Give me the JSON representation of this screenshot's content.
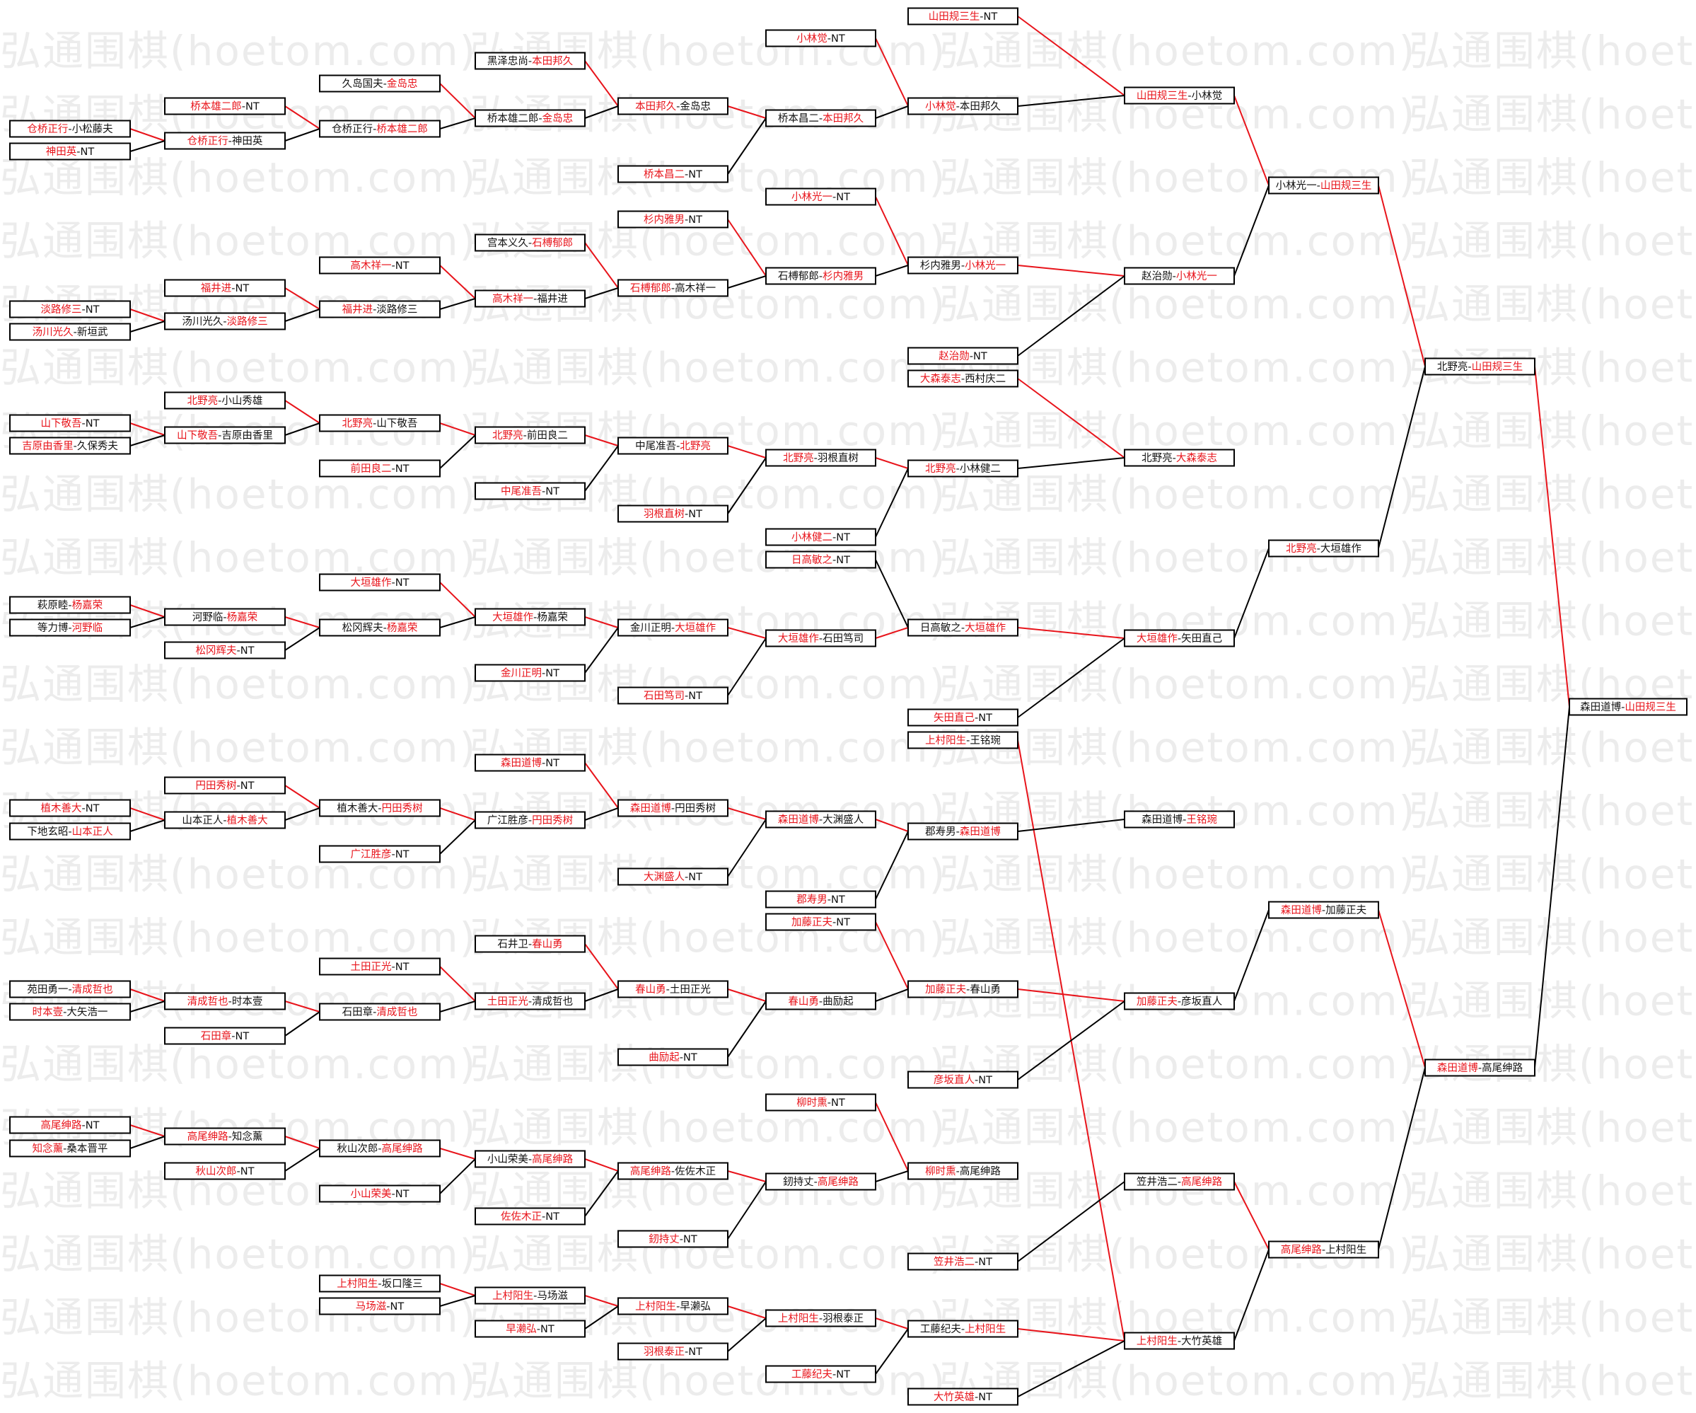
{
  "watermark": "弘通围棋(hoetom.com)",
  "colors": {
    "winner": "#e8141b",
    "loser": "#111111",
    "line_win": "#e8141b",
    "line_lose": "#000000",
    "box_border": "#000000"
  },
  "matches": [
    {
      "id": "c1_1",
      "a": "仓桥正行",
      "b": "小松藤夫",
      "w": "a"
    },
    {
      "id": "c1_2",
      "a": "神田英",
      "b": "NT",
      "w": "a"
    },
    {
      "id": "c1_3",
      "a": "淡路修三",
      "b": "NT",
      "w": "a"
    },
    {
      "id": "c1_4",
      "a": "汤川光久",
      "b": "新垣武",
      "w": "a"
    },
    {
      "id": "c1_5",
      "a": "山下敬吾",
      "b": "NT",
      "w": "a"
    },
    {
      "id": "c1_6",
      "a": "吉原由香里",
      "b": "久保秀夫",
      "w": "a"
    },
    {
      "id": "c1_7",
      "a": "萩原睦",
      "b": "杨嘉荣",
      "w": "b"
    },
    {
      "id": "c1_8",
      "a": "等力博",
      "b": "河野临",
      "w": "b"
    },
    {
      "id": "c1_9",
      "a": "植木善大",
      "b": "NT",
      "w": "a"
    },
    {
      "id": "c1_10",
      "a": "下地玄昭",
      "b": "山本正人",
      "w": "b"
    },
    {
      "id": "c1_11",
      "a": "苑田勇一",
      "b": "清成哲也",
      "w": "b"
    },
    {
      "id": "c1_12",
      "a": "时本壹",
      "b": "大矢浩一",
      "w": "a"
    },
    {
      "id": "c1_13",
      "a": "高尾绅路",
      "b": "NT",
      "w": "a"
    },
    {
      "id": "c1_14",
      "a": "知念薰",
      "b": "桑本晋平",
      "w": "a"
    },
    {
      "id": "c2_1",
      "a": "桥本雄二郎",
      "b": "NT",
      "w": "a"
    },
    {
      "id": "c2_2",
      "a": "仓桥正行",
      "b": "神田英",
      "w": "a"
    },
    {
      "id": "c2_3",
      "a": "福井进",
      "b": "NT",
      "w": "a"
    },
    {
      "id": "c2_4",
      "a": "汤川光久",
      "b": "淡路修三",
      "w": "b"
    },
    {
      "id": "c2_5",
      "a": "北野亮",
      "b": "小山秀雄",
      "w": "a"
    },
    {
      "id": "c2_6",
      "a": "山下敬吾",
      "b": "吉原由香里",
      "w": "a"
    },
    {
      "id": "c2_7",
      "a": "河野临",
      "b": "杨嘉荣",
      "w": "b"
    },
    {
      "id": "c2_8",
      "a": "松冈辉夫",
      "b": "NT",
      "w": "a"
    },
    {
      "id": "c2_9",
      "a": "円田秀树",
      "b": "NT",
      "w": "a"
    },
    {
      "id": "c2_10",
      "a": "山本正人",
      "b": "植木善大",
      "w": "b"
    },
    {
      "id": "c2_11",
      "a": "清成哲也",
      "b": "时本壹",
      "w": "a"
    },
    {
      "id": "c2_12",
      "a": "石田章",
      "b": "NT",
      "w": "a"
    },
    {
      "id": "c2_13",
      "a": "高尾绅路",
      "b": "知念薰",
      "w": "a"
    },
    {
      "id": "c2_14",
      "a": "秋山次郎",
      "b": "NT",
      "w": "a"
    },
    {
      "id": "c3_1",
      "a": "久岛国夫",
      "b": "金岛忠",
      "w": "b"
    },
    {
      "id": "c3_2",
      "a": "仓桥正行",
      "b": "桥本雄二郎",
      "w": "b"
    },
    {
      "id": "c3_3",
      "a": "高木祥一",
      "b": "NT",
      "w": "a"
    },
    {
      "id": "c3_4",
      "a": "福井进",
      "b": "淡路修三",
      "w": "a"
    },
    {
      "id": "c3_5",
      "a": "北野亮",
      "b": "山下敬吾",
      "w": "a"
    },
    {
      "id": "c3_6",
      "a": "前田良二",
      "b": "NT",
      "w": "a"
    },
    {
      "id": "c3_7",
      "a": "大垣雄作",
      "b": "NT",
      "w": "a"
    },
    {
      "id": "c3_8",
      "a": "松冈辉夫",
      "b": "杨嘉荣",
      "w": "b"
    },
    {
      "id": "c3_9",
      "a": "植木善大",
      "b": "円田秀树",
      "w": "b"
    },
    {
      "id": "c3_10",
      "a": "广江胜彦",
      "b": "NT",
      "w": "a"
    },
    {
      "id": "c3_11",
      "a": "土田正光",
      "b": "NT",
      "w": "a"
    },
    {
      "id": "c3_12",
      "a": "石田章",
      "b": "清成哲也",
      "w": "b"
    },
    {
      "id": "c3_13",
      "a": "秋山次郎",
      "b": "高尾绅路",
      "w": "b"
    },
    {
      "id": "c3_14",
      "a": "小山荣美",
      "b": "NT",
      "w": "a"
    },
    {
      "id": "c3_15",
      "a": "上村阳生",
      "b": "坂口隆三",
      "w": "a"
    },
    {
      "id": "c3_16",
      "a": "马场滋",
      "b": "NT",
      "w": "a"
    },
    {
      "id": "c4_1",
      "a": "黑泽忠尚",
      "b": "本田邦久",
      "w": "b"
    },
    {
      "id": "c4_2",
      "a": "桥本雄二郎",
      "b": "金岛忠",
      "w": "b"
    },
    {
      "id": "c4_3",
      "a": "宫本义久",
      "b": "石榑郁郎",
      "w": "b"
    },
    {
      "id": "c4_4",
      "a": "高木祥一",
      "b": "福井进",
      "w": "a"
    },
    {
      "id": "c4_5",
      "a": "北野亮",
      "b": "前田良二",
      "w": "a"
    },
    {
      "id": "c4_6",
      "a": "中尾准吾",
      "b": "NT",
      "w": "a"
    },
    {
      "id": "c4_7",
      "a": "大垣雄作",
      "b": "杨嘉荣",
      "w": "a"
    },
    {
      "id": "c4_8",
      "a": "金川正明",
      "b": "NT",
      "w": "a"
    },
    {
      "id": "c4_9",
      "a": "森田道博",
      "b": "NT",
      "w": "a"
    },
    {
      "id": "c4_10",
      "a": "广江胜彦",
      "b": "円田秀树",
      "w": "b"
    },
    {
      "id": "c4_11",
      "a": "石井卫",
      "b": "春山勇",
      "w": "b"
    },
    {
      "id": "c4_12",
      "a": "土田正光",
      "b": "清成哲也",
      "w": "a"
    },
    {
      "id": "c4_13",
      "a": "小山荣美",
      "b": "高尾绅路",
      "w": "b"
    },
    {
      "id": "c4_14",
      "a": "佐佐木正",
      "b": "NT",
      "w": "a"
    },
    {
      "id": "c4_15",
      "a": "上村阳生",
      "b": "马场滋",
      "w": "a"
    },
    {
      "id": "c4_16",
      "a": "早濑弘",
      "b": "NT",
      "w": "a"
    },
    {
      "id": "c5_1",
      "a": "本田邦久",
      "b": "金岛忠",
      "w": "a"
    },
    {
      "id": "c5_2",
      "a": "桥本昌二",
      "b": "NT",
      "w": "a"
    },
    {
      "id": "c5_3",
      "a": "杉内雅男",
      "b": "NT",
      "w": "a"
    },
    {
      "id": "c5_4",
      "a": "石榑郁郎",
      "b": "高木祥一",
      "w": "a"
    },
    {
      "id": "c5_5",
      "a": "中尾准吾",
      "b": "北野亮",
      "w": "b"
    },
    {
      "id": "c5_6",
      "a": "羽根直树",
      "b": "NT",
      "w": "a"
    },
    {
      "id": "c5_7",
      "a": "金川正明",
      "b": "大垣雄作",
      "w": "b"
    },
    {
      "id": "c5_8",
      "a": "石田笃司",
      "b": "NT",
      "w": "a"
    },
    {
      "id": "c5_9",
      "a": "森田道博",
      "b": "円田秀树",
      "w": "a"
    },
    {
      "id": "c5_10",
      "a": "大渊盛人",
      "b": "NT",
      "w": "a"
    },
    {
      "id": "c5_11",
      "a": "春山勇",
      "b": "土田正光",
      "w": "a"
    },
    {
      "id": "c5_12",
      "a": "曲励起",
      "b": "NT",
      "w": "a"
    },
    {
      "id": "c5_13",
      "a": "高尾绅路",
      "b": "佐佐木正",
      "w": "a"
    },
    {
      "id": "c5_14",
      "a": "釰持丈",
      "b": "NT",
      "w": "a"
    },
    {
      "id": "c5_15",
      "a": "上村阳生",
      "b": "早濑弘",
      "w": "a"
    },
    {
      "id": "c5_16",
      "a": "羽根泰正",
      "b": "NT",
      "w": "a"
    },
    {
      "id": "c6_1",
      "a": "小林觉",
      "b": "NT",
      "w": "a"
    },
    {
      "id": "c6_2",
      "a": "桥本昌二",
      "b": "本田邦久",
      "w": "b"
    },
    {
      "id": "c6_3",
      "a": "小林光一",
      "b": "NT",
      "w": "a"
    },
    {
      "id": "c6_4",
      "a": "石榑郁郎",
      "b": "杉内雅男",
      "w": "b"
    },
    {
      "id": "c6_5",
      "a": "北野亮",
      "b": "羽根直树",
      "w": "a"
    },
    {
      "id": "c6_6",
      "a": "小林健二",
      "b": "NT",
      "w": "a"
    },
    {
      "id": "c6_7",
      "a": "日高敏之",
      "b": "NT",
      "w": "a"
    },
    {
      "id": "c6_8",
      "a": "大垣雄作",
      "b": "石田笃司",
      "w": "a"
    },
    {
      "id": "c6_9",
      "a": "森田道博",
      "b": "大渊盛人",
      "w": "a"
    },
    {
      "id": "c6_10",
      "a": "郡寿男",
      "b": "NT",
      "w": "a"
    },
    {
      "id": "c6_11",
      "a": "加藤正夫",
      "b": "NT",
      "w": "a"
    },
    {
      "id": "c6_12",
      "a": "春山勇",
      "b": "曲励起",
      "w": "a"
    },
    {
      "id": "c6_13",
      "a": "柳时熏",
      "b": "NT",
      "w": "a"
    },
    {
      "id": "c6_14",
      "a": "釰持丈",
      "b": "高尾绅路",
      "w": "b"
    },
    {
      "id": "c6_15",
      "a": "上村阳生",
      "b": "羽根泰正",
      "w": "a"
    },
    {
      "id": "c6_16",
      "a": "工藤纪夫",
      "b": "NT",
      "w": "a"
    },
    {
      "id": "c7_1",
      "a": "山田规三生",
      "b": "NT",
      "w": "a"
    },
    {
      "id": "c7_2",
      "a": "小林觉",
      "b": "本田邦久",
      "w": "a"
    },
    {
      "id": "c7_3",
      "a": "杉内雅男",
      "b": "小林光一",
      "w": "b"
    },
    {
      "id": "c7_4",
      "a": "赵治勋",
      "b": "NT",
      "w": "a"
    },
    {
      "id": "c7_5",
      "a": "大森泰志",
      "b": "西村庆二",
      "w": "a"
    },
    {
      "id": "c7_6",
      "a": "北野亮",
      "b": "小林健二",
      "w": "a"
    },
    {
      "id": "c7_7",
      "a": "日高敏之",
      "b": "大垣雄作",
      "w": "b"
    },
    {
      "id": "c7_8",
      "a": "矢田直己",
      "b": "NT",
      "w": "a"
    },
    {
      "id": "c7_9",
      "a": "上村阳生",
      "b": "王铭琬",
      "w": "a"
    },
    {
      "id": "c7_10",
      "a": "郡寿男",
      "b": "森田道博",
      "w": "b"
    },
    {
      "id": "c7_11",
      "a": "加藤正夫",
      "b": "春山勇",
      "w": "a"
    },
    {
      "id": "c7_12",
      "a": "彦坂直人",
      "b": "NT",
      "w": "a"
    },
    {
      "id": "c7_13",
      "a": "柳时熏",
      "b": "高尾绅路",
      "w": "a"
    },
    {
      "id": "c7_14",
      "a": "笠井浩二",
      "b": "NT",
      "w": "a"
    },
    {
      "id": "c7_15",
      "a": "工藤纪夫",
      "b": "上村阳生",
      "w": "b"
    },
    {
      "id": "c7_16",
      "a": "大竹英雄",
      "b": "NT",
      "w": "a"
    },
    {
      "id": "c8_1",
      "a": "山田规三生",
      "b": "小林觉",
      "w": "a"
    },
    {
      "id": "c8_2",
      "a": "赵治勋",
      "b": "小林光一",
      "w": "b"
    },
    {
      "id": "c8_3",
      "a": "北野亮",
      "b": "大森泰志",
      "w": "b"
    },
    {
      "id": "c8_4",
      "a": "大垣雄作",
      "b": "矢田直己",
      "w": "a"
    },
    {
      "id": "c8_5",
      "a": "森田道博",
      "b": "王铭琬",
      "w": "b"
    },
    {
      "id": "c8_6",
      "a": "加藤正夫",
      "b": "彦坂直人",
      "w": "a"
    },
    {
      "id": "c8_7",
      "a": "笠井浩二",
      "b": "高尾绅路",
      "w": "b"
    },
    {
      "id": "c8_8",
      "a": "上村阳生",
      "b": "大竹英雄",
      "w": "a"
    },
    {
      "id": "c9_1",
      "a": "小林光一",
      "b": "山田规三生",
      "w": "b"
    },
    {
      "id": "c9_2",
      "a": "北野亮",
      "b": "大垣雄作",
      "w": "a"
    },
    {
      "id": "c9_3",
      "a": "森田道博",
      "b": "加藤正夫",
      "w": "a"
    },
    {
      "id": "c9_4",
      "a": "高尾绅路",
      "b": "上村阳生",
      "w": "a"
    },
    {
      "id": "c10_1",
      "a": "北野亮",
      "b": "山田规三生",
      "w": "b"
    },
    {
      "id": "c10_2",
      "a": "森田道博",
      "b": "高尾绅路",
      "w": "a"
    },
    {
      "id": "c11_1",
      "a": "森田道博",
      "b": "山田规三生",
      "w": "b"
    }
  ]
}
